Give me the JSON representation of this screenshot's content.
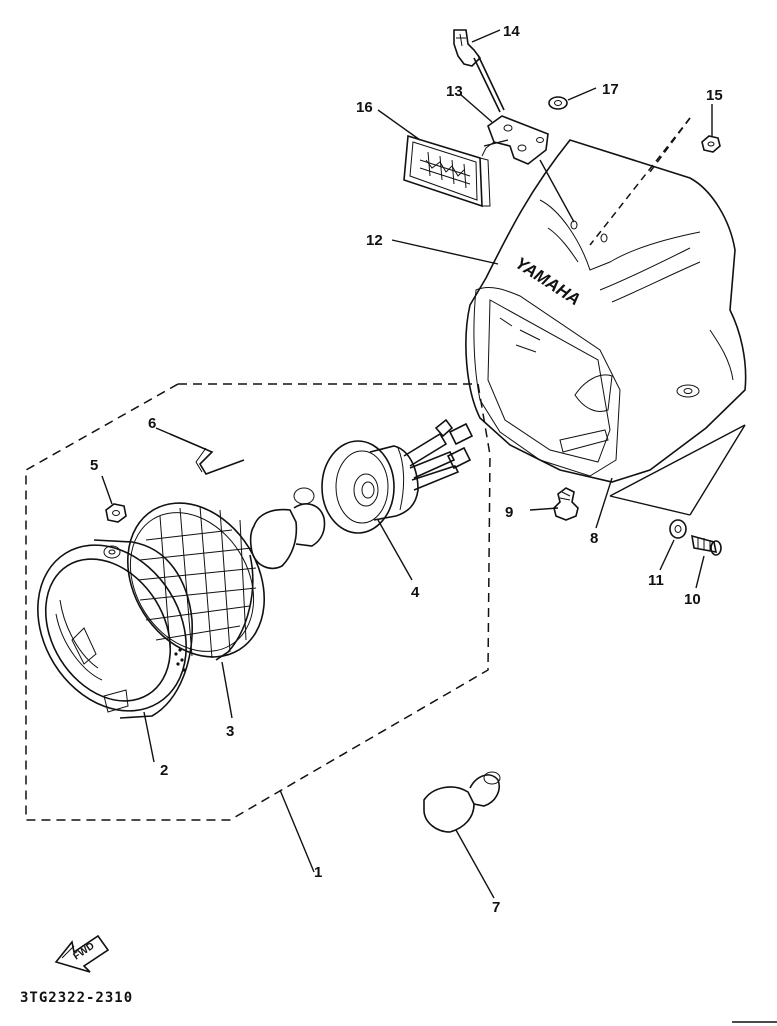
{
  "diagram": {
    "diagram_code": "3TG2322-2310",
    "brand_marking": "YAMAHA",
    "fwd_marking": "FWD",
    "parts": [
      {
        "ref": "1"
      },
      {
        "ref": "2"
      },
      {
        "ref": "3"
      },
      {
        "ref": "4"
      },
      {
        "ref": "5"
      },
      {
        "ref": "6"
      },
      {
        "ref": "7"
      },
      {
        "ref": "8"
      },
      {
        "ref": "9"
      },
      {
        "ref": "10"
      },
      {
        "ref": "11"
      },
      {
        "ref": "12"
      },
      {
        "ref": "13"
      },
      {
        "ref": "14"
      },
      {
        "ref": "15"
      },
      {
        "ref": "16"
      },
      {
        "ref": "17"
      }
    ]
  }
}
